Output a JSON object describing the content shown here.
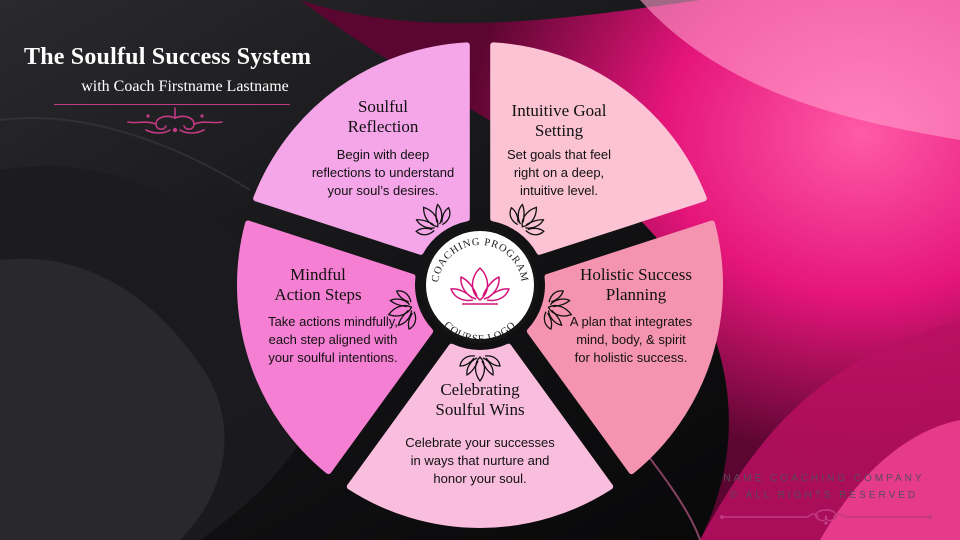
{
  "header": {
    "title": "The Soulful Success System",
    "subtitle": "with Coach Firstname Lastname"
  },
  "logo": {
    "line_top": "COACHING PROGRAM",
    "line_bottom": "COURSE LOGO"
  },
  "segments": [
    {
      "title_1": "Soulful",
      "title_2": "Reflection",
      "body": [
        "Begin with deep",
        "reflections to understand",
        "your soul’s desires."
      ],
      "color": "#f4a6e8"
    },
    {
      "title_1": "Intuitive Goal",
      "title_2": "Setting",
      "body": [
        "Set goals that feel",
        "right on a deep,",
        "intuitive level."
      ],
      "color": "#fbc3d3"
    },
    {
      "title_1": "Holistic Success",
      "title_2": "Planning",
      "body": [
        "A plan that integrates",
        "mind, body, & spirit",
        "for holistic success."
      ],
      "color": "#f594b1"
    },
    {
      "title_1": "Celebrating",
      "title_2": "Soulful Wins",
      "body": [
        "Celebrate your successes",
        "in ways that nurture and",
        "honor your soul."
      ],
      "color": "#f9bddd"
    },
    {
      "title_1": "Mindful",
      "title_2": "Action Steps",
      "body": [
        "Take actions mindfully,",
        "each step aligned with",
        "your soulful intentions."
      ],
      "color": "#f57fd2"
    }
  ],
  "footer": {
    "company_1": "NAME COACHING COMPANY",
    "company_2": "© ALL RIGHTS RESERVED"
  },
  "colors": {
    "accent": "#e5157a",
    "ornament": "#c23a83"
  }
}
